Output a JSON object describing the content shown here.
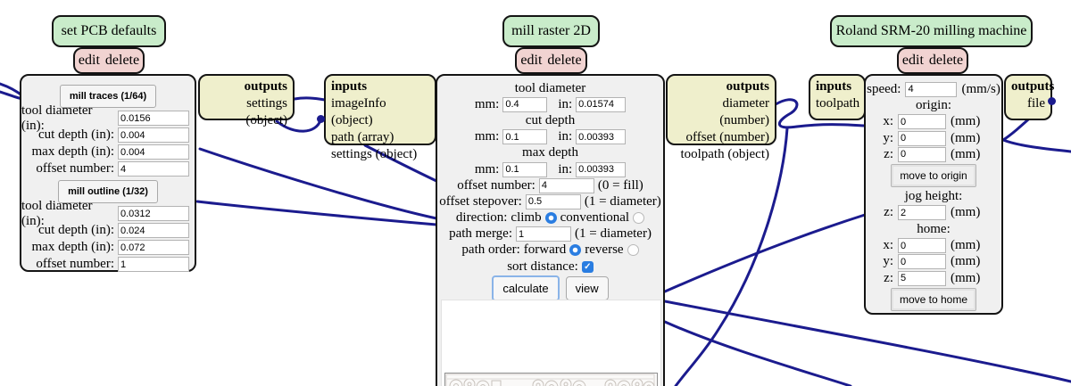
{
  "wire_color": "#1b1b8e",
  "pcb_defaults": {
    "title": "set PCB defaults",
    "edit_label": "edit",
    "delete_label": "delete",
    "outputs_header": "outputs",
    "output_settings": "settings (object)",
    "mill_traces_button": "mill traces (1/64)",
    "mill_outline_button": "mill outline (1/32)",
    "traces_rows": [
      {
        "label": "tool diameter (in):",
        "value": "0.0156"
      },
      {
        "label": "cut depth (in):",
        "value": "0.004"
      },
      {
        "label": "max depth (in):",
        "value": "0.004"
      },
      {
        "label": "offset number:",
        "value": "4"
      }
    ],
    "outline_rows": [
      {
        "label": "tool diameter (in):",
        "value": "0.0312"
      },
      {
        "label": "cut depth (in):",
        "value": "0.024"
      },
      {
        "label": "max depth (in):",
        "value": "0.072"
      },
      {
        "label": "offset number:",
        "value": "1"
      }
    ]
  },
  "mill_raster": {
    "title": "mill raster 2D",
    "edit_label": "edit",
    "delete_label": "delete",
    "inputs_header": "inputs",
    "inputs": [
      "imageInfo (object)",
      "path (array)",
      "settings (object)"
    ],
    "outputs_header": "outputs",
    "outputs": [
      "diameter (number)",
      "offset (number)",
      "toolpath (object)"
    ],
    "mm_label": "mm:",
    "in_label": "in:",
    "tool_diameter": {
      "heading": "tool diameter",
      "mm": "0.4",
      "in": "0.01574"
    },
    "cut_depth": {
      "heading": "cut depth",
      "mm": "0.1",
      "in": "0.00393"
    },
    "max_depth": {
      "heading": "max depth",
      "mm": "0.1",
      "in": "0.00393"
    },
    "offset_number": {
      "label": "offset number:",
      "value": "4",
      "hint": "(0 = fill)"
    },
    "offset_stepover": {
      "label": "offset stepover:",
      "value": "0.5",
      "hint": "(1 = diameter)"
    },
    "direction": {
      "label": "direction:",
      "options": [
        "climb",
        "conventional"
      ],
      "selected": "climb"
    },
    "path_merge": {
      "label": "path merge:",
      "value": "1",
      "hint": "(1 = diameter)"
    },
    "path_order": {
      "label": "path order:",
      "options": [
        "forward",
        "reverse"
      ],
      "selected": "forward"
    },
    "sort_distance": {
      "label": "sort distance:",
      "checked": true,
      "check_glyph": "✓"
    },
    "calculate_button": "calculate",
    "view_button": "view"
  },
  "machine": {
    "title": "Roland SRM-20 milling machine",
    "edit_label": "edit",
    "delete_label": "delete",
    "inputs_header": "inputs",
    "inputs": [
      "toolpath"
    ],
    "outputs_header": "outputs",
    "outputs": [
      "file"
    ],
    "speed": {
      "label": "speed:",
      "value": "4",
      "unit": "(mm/s)"
    },
    "origin_heading": "origin:",
    "origin_rows": [
      {
        "label": "x:",
        "value": "0",
        "unit": "(mm)"
      },
      {
        "label": "y:",
        "value": "0",
        "unit": "(mm)"
      },
      {
        "label": "z:",
        "value": "0",
        "unit": "(mm)"
      }
    ],
    "move_to_origin_button": "move to origin",
    "jog_heading": "jog height:",
    "jog_rows": [
      {
        "label": "z:",
        "value": "2",
        "unit": "(mm)"
      }
    ],
    "home_heading": "home:",
    "home_rows": [
      {
        "label": "x:",
        "value": "0",
        "unit": "(mm)"
      },
      {
        "label": "y:",
        "value": "0",
        "unit": "(mm)"
      },
      {
        "label": "z:",
        "value": "5",
        "unit": "(mm)"
      }
    ],
    "move_to_home_button": "move to home"
  }
}
